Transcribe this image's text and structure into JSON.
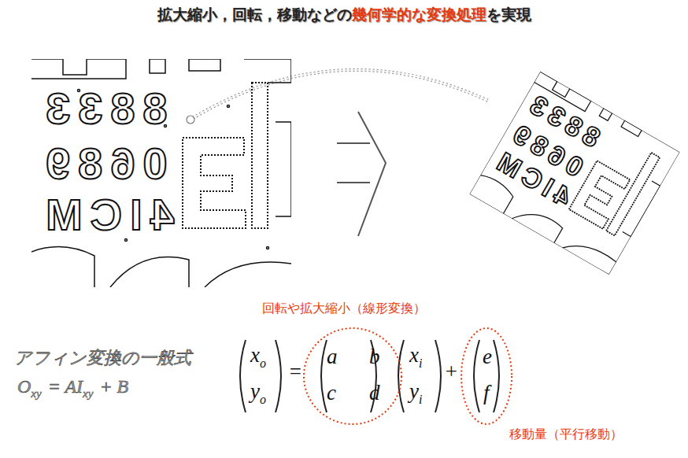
{
  "diagram": {
    "nodes": [
      {
        "text": [
          "回転や拡大縮小（線形変換）",
          "a",
          "b",
          "c",
          "d"
        ]
      },
      {
        "text": [
          "e",
          "f",
          "移動量（平行移動）"
        ]
      }
    ],
    "edges": [],
    "labels": [
      "拡大縮小，回転，移動などの",
      "幾何学的な変換処理",
      "を実現",
      "8833",
      "0689",
      "4ICM",
      "8833",
      "0689",
      "4ICM",
      "アフィン変換の一般式",
      "O",
      "xy",
      "= AI",
      "xy",
      "+ B",
      "x",
      "o",
      "y",
      "o",
      "=",
      "x",
      "i",
      "y",
      "i",
      "+"
    ]
  }
}
